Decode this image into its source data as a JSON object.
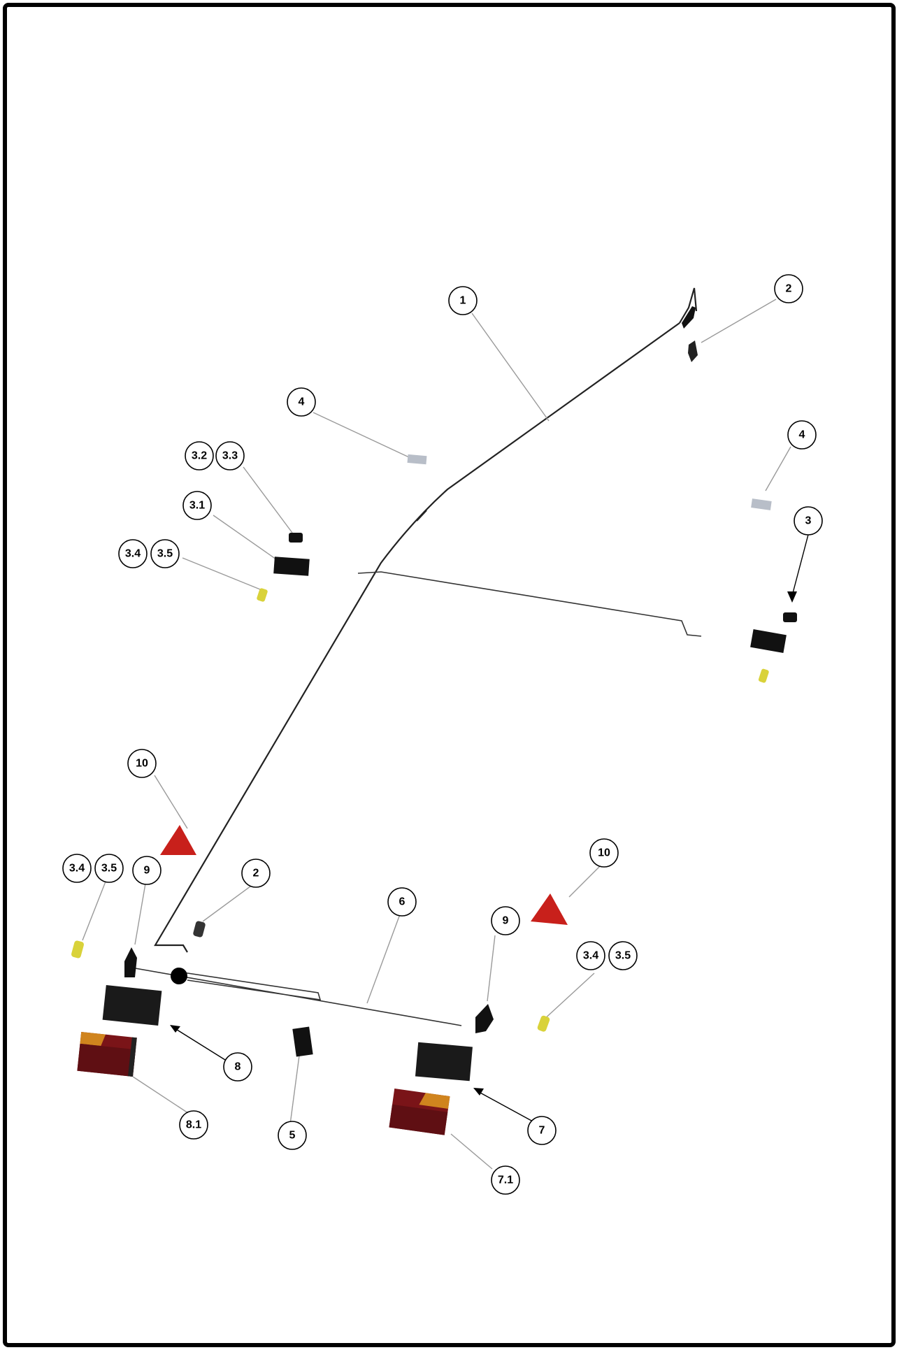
{
  "colors": {
    "background": "#ffffff",
    "frame": "#000000",
    "cable": "#222222",
    "warning_triangle": "#c8201b",
    "lens_yellow": "#d9d23a",
    "marker_grey": "#b8bec8",
    "light_housing": "#1a1a1a",
    "tail_lamp_red": "#7a1418",
    "tail_lamp_amber": "#d0841e"
  },
  "callouts": [
    {
      "id": "c-1",
      "label": "1"
    },
    {
      "id": "c-2-top",
      "label": "2"
    },
    {
      "id": "c-4-left",
      "label": "4"
    },
    {
      "id": "c-4-right",
      "label": "4"
    },
    {
      "id": "c-3.2",
      "label": "3.2"
    },
    {
      "id": "c-3.3",
      "label": "3.3"
    },
    {
      "id": "c-3.1",
      "label": "3.1"
    },
    {
      "id": "c-3.4-upper",
      "label": "3.4"
    },
    {
      "id": "c-3.5-upper",
      "label": "3.5"
    },
    {
      "id": "c-3",
      "label": "3"
    },
    {
      "id": "c-10-left",
      "label": "10"
    },
    {
      "id": "c-10-right",
      "label": "10"
    },
    {
      "id": "c-3.4-lower-left",
      "label": "3.4"
    },
    {
      "id": "c-3.5-lower-left",
      "label": "3.5"
    },
    {
      "id": "c-9-left",
      "label": "9"
    },
    {
      "id": "c-2-bottom",
      "label": "2"
    },
    {
      "id": "c-6",
      "label": "6"
    },
    {
      "id": "c-9-right",
      "label": "9"
    },
    {
      "id": "c-3.4-lower-right",
      "label": "3.4"
    },
    {
      "id": "c-3.5-lower-right",
      "label": "3.5"
    },
    {
      "id": "c-8",
      "label": "8"
    },
    {
      "id": "c-8.1",
      "label": "8.1"
    },
    {
      "id": "c-5",
      "label": "5"
    },
    {
      "id": "c-7",
      "label": "7"
    },
    {
      "id": "c-7.1",
      "label": "7.1"
    }
  ]
}
